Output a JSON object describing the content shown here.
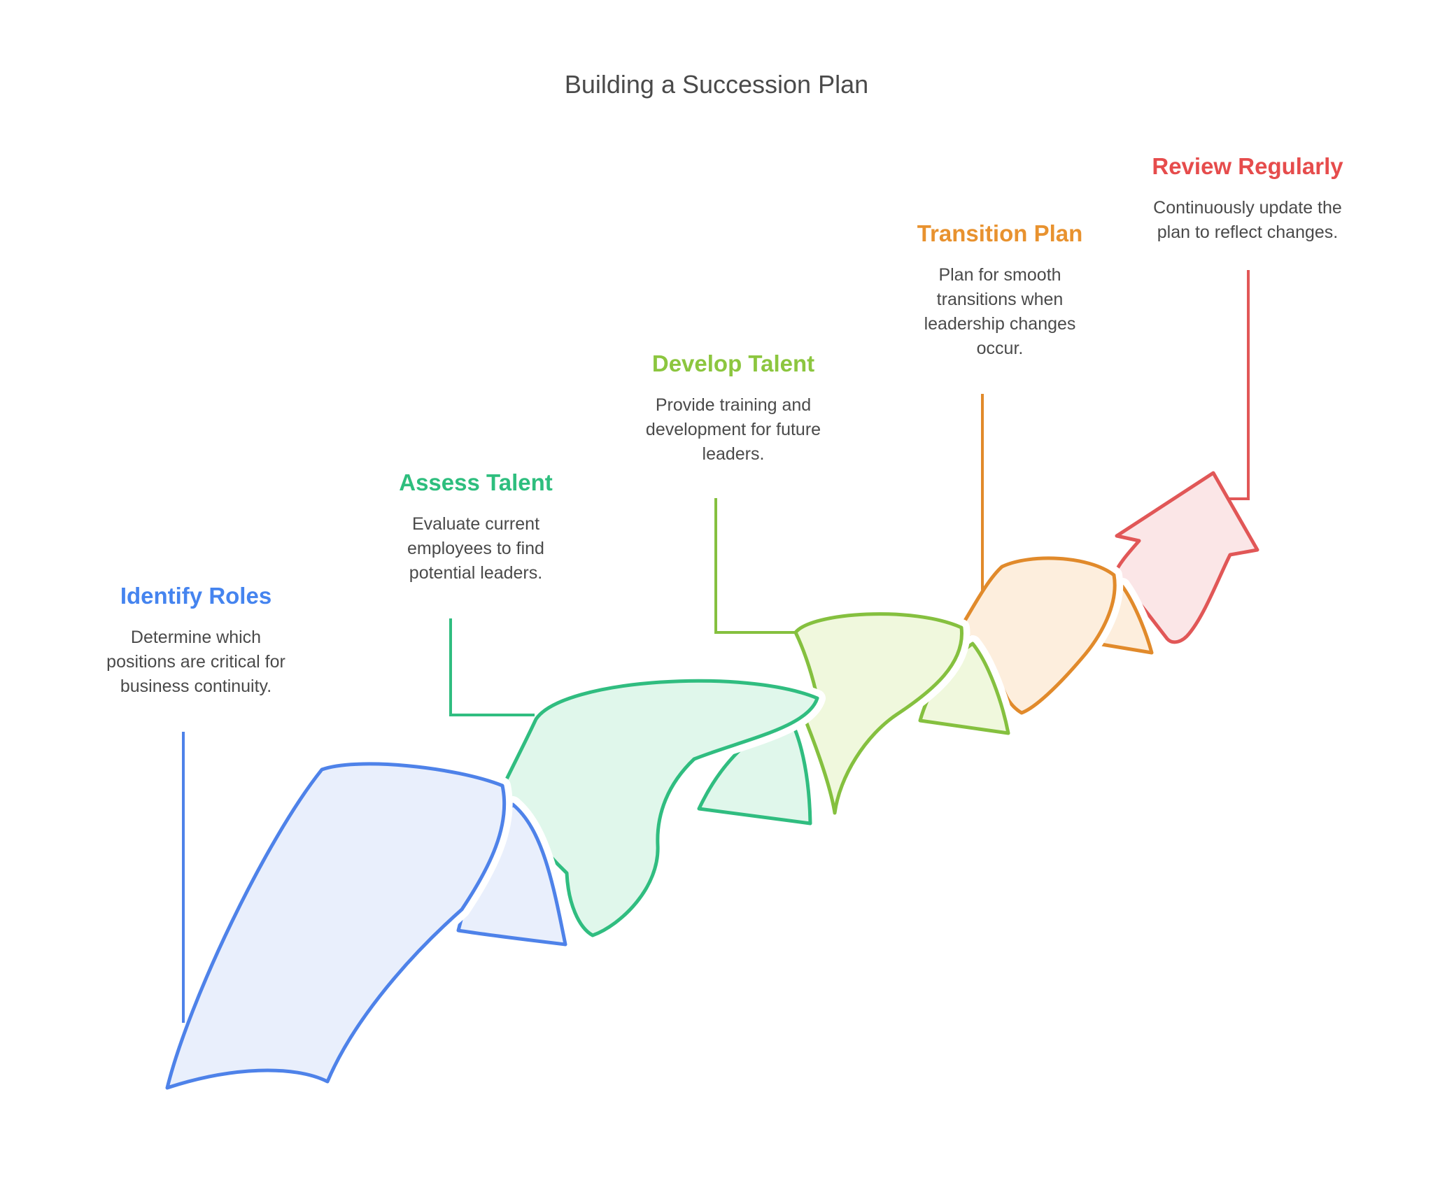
{
  "title": {
    "text": "Building a Succession Plan",
    "color": "#4a4a4a"
  },
  "text_color": "#4a4a4a",
  "background": "#ffffff",
  "steps": [
    {
      "id": "identify-roles",
      "label": "Identify Roles",
      "description": "Determine which\npositions are critical for\nbusiness continuity.",
      "label_style": "color:#4584ef",
      "stroke": "#4e82e9",
      "fill": "#e9effc"
    },
    {
      "id": "assess-talent",
      "label": "Assess Talent",
      "description": "Evaluate current\nemployees to find\npotential leaders.",
      "label_style": "color:#2ebe7e",
      "stroke": "#30bd80",
      "fill": "#e0f7eb"
    },
    {
      "id": "develop-talent",
      "label": "Develop Talent",
      "description": "Provide training and\ndevelopment for future\nleaders.",
      "label_style": "color:#8cc63f",
      "stroke": "#85c03f",
      "fill": "#f0f8dd"
    },
    {
      "id": "transition-plan",
      "label": "Transition Plan",
      "description": "Plan for smooth\ntransitions when\nleadership changes\noccur.",
      "label_style": "color:#e8922f",
      "stroke": "#e18a2b",
      "fill": "#fdeedd"
    },
    {
      "id": "review-regularly",
      "label": "Review Regularly",
      "description": "Continuously update the\nplan to reflect changes.",
      "label_style": "color:#e64c4c",
      "stroke": "#e15757",
      "fill": "#fbe6e7"
    }
  ]
}
